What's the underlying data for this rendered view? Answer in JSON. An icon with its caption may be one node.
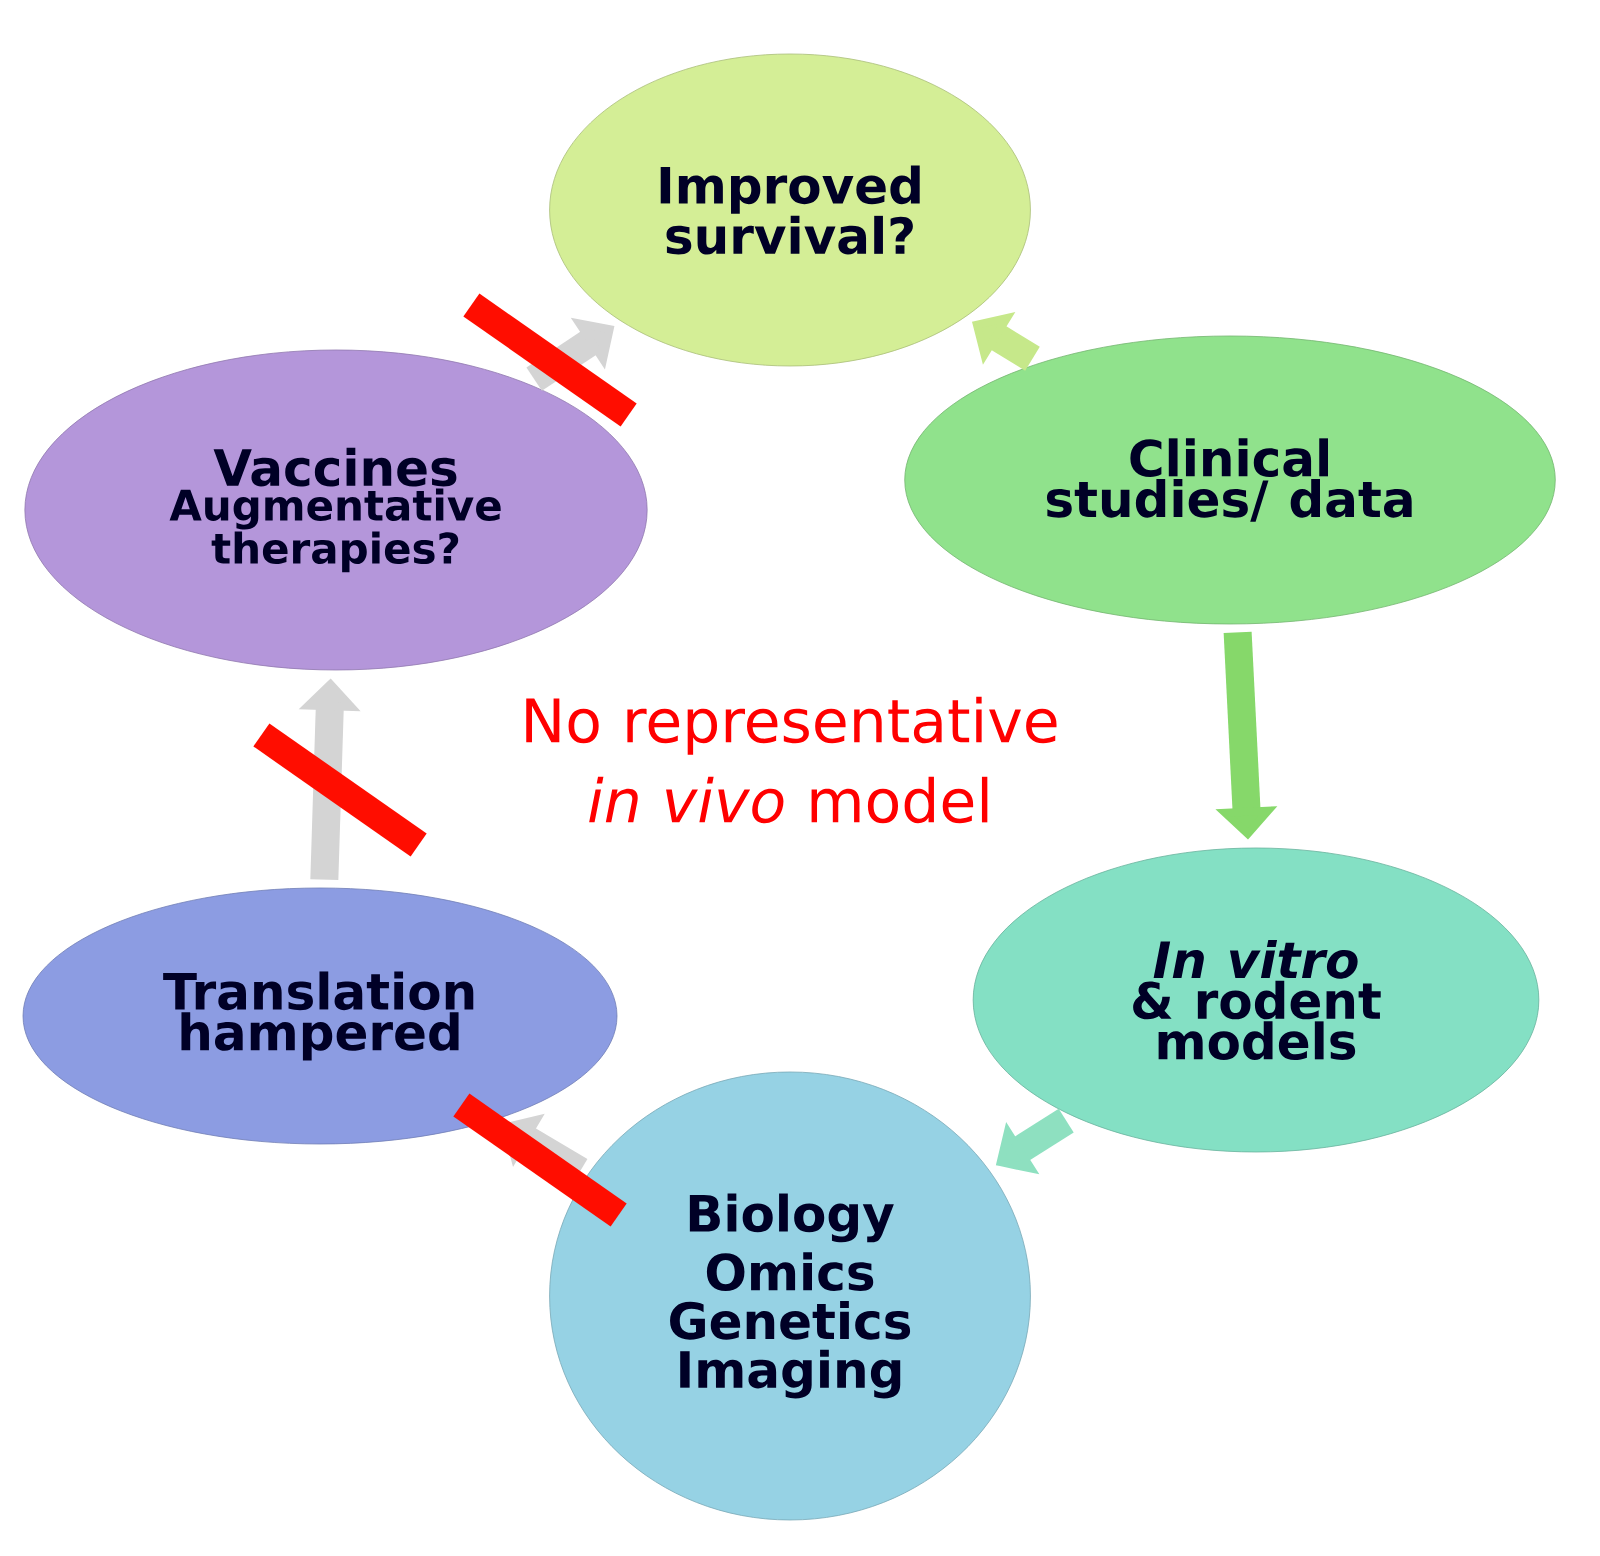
{
  "diagram": {
    "nodes": [
      {
        "text": [
          "Improved survival?"
        ]
      },
      {
        "text": [
          "Clinical studies/ data"
        ]
      },
      {
        "text": [
          "*In vitro* & rodent models"
        ]
      },
      {
        "text": [
          "Biology",
          "Omics",
          "Genetics",
          "Imaging"
        ]
      },
      {
        "text": [
          "Translation hampered"
        ]
      },
      {
        "text": [
          "Vaccines",
          "Augmentative therapies?"
        ]
      }
    ],
    "edges": [
      {
        "from": 1,
        "to": 0,
        "arrow": "to",
        "color": "#c6e88a"
      },
      {
        "from": 1,
        "to": 2,
        "arrow": "to",
        "color": "#86d86a"
      },
      {
        "from": 2,
        "to": 3,
        "arrow": "to",
        "color": "#8ee0c0"
      },
      {
        "from": 3,
        "to": 4,
        "arrow": "to",
        "color": "#d4d4d4"
      },
      {
        "from": 4,
        "to": 5,
        "arrow": "to",
        "color": "#d4d4d4"
      },
      {
        "from": 5,
        "to": 0,
        "arrow": "to",
        "color": "#d4d4d4"
      }
    ],
    "labels": [
      "No representative *in vivo* model"
    ]
  }
}
